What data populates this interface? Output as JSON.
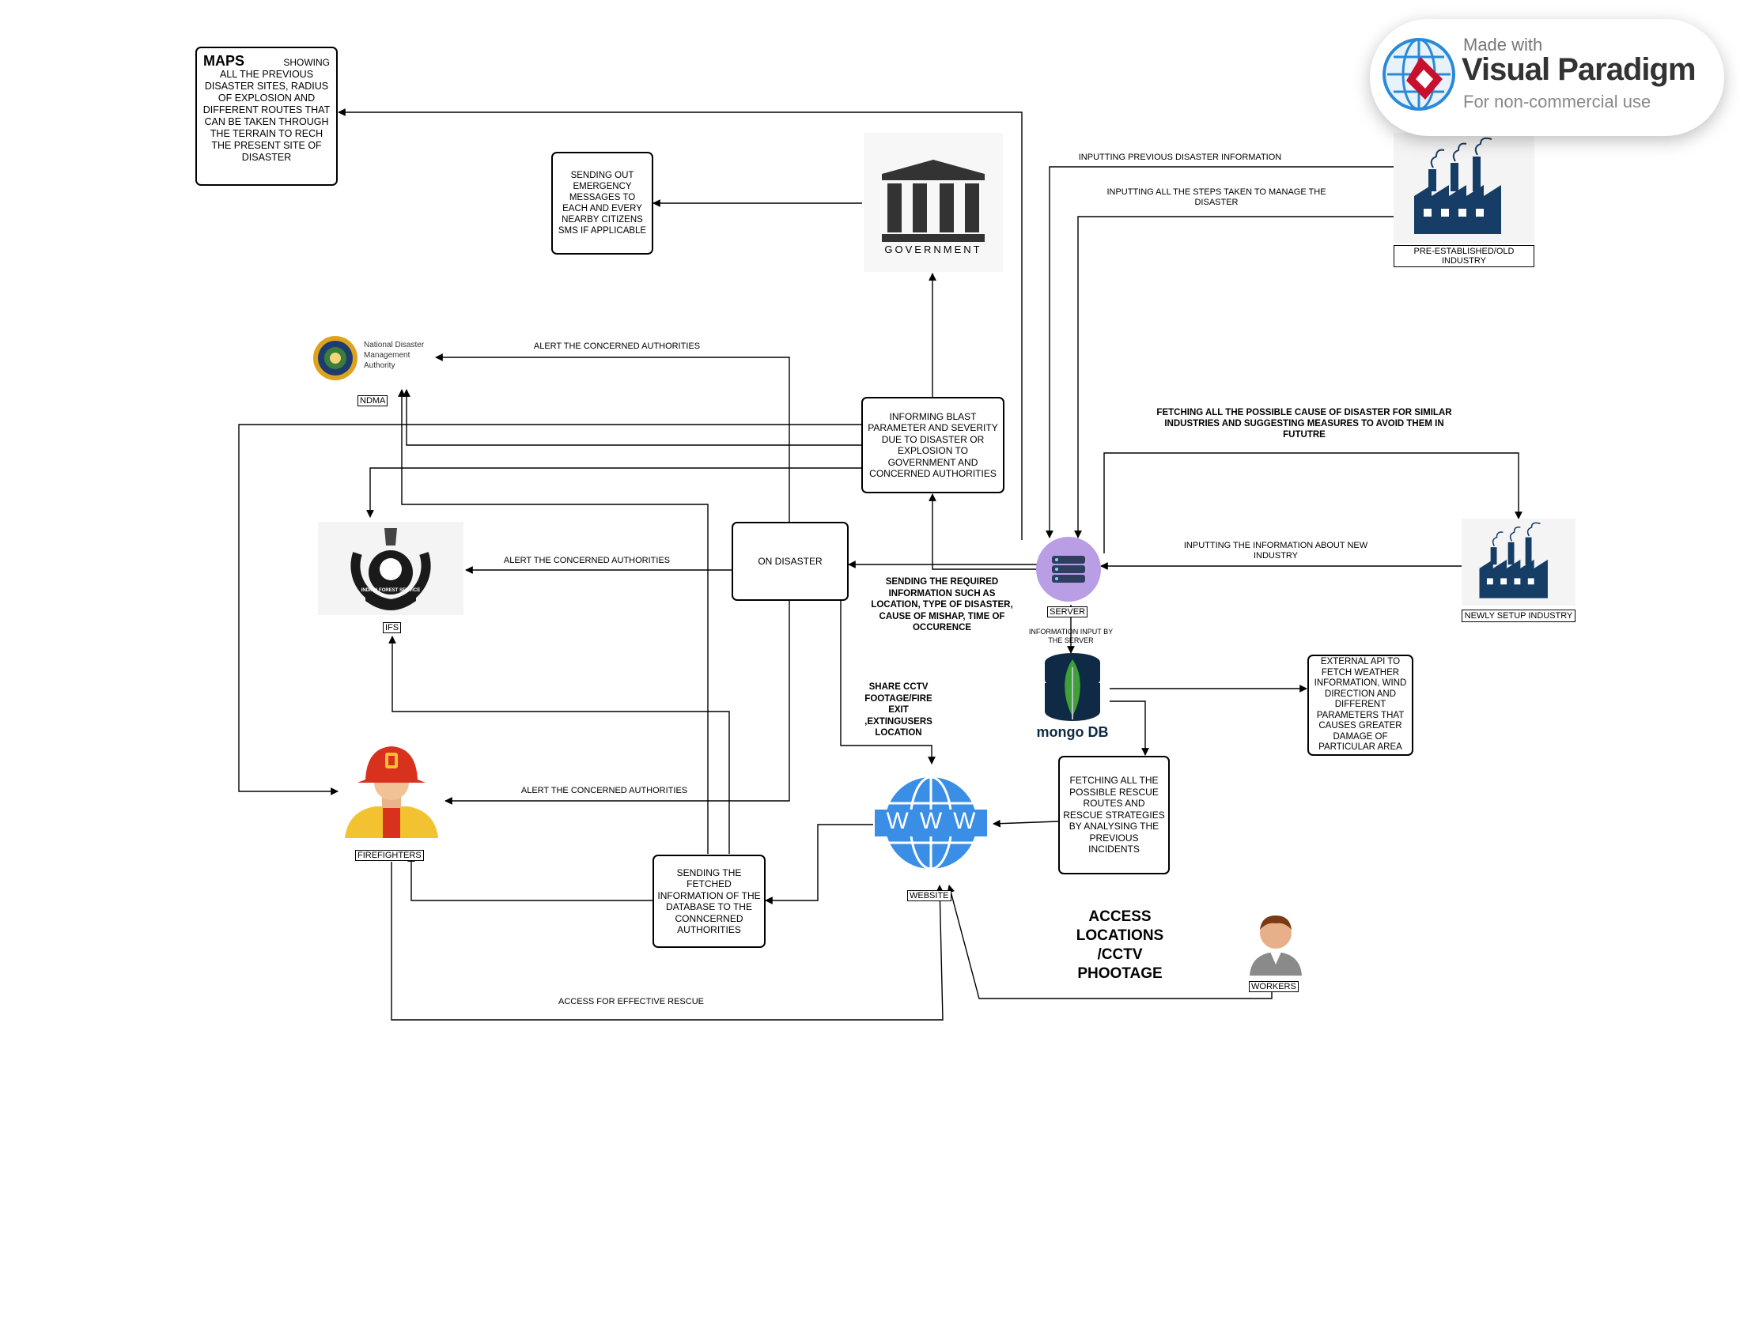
{
  "watermark": {
    "made_with": "Made with",
    "brand": "Visual Paradigm",
    "note": "For non-commercial use"
  },
  "maps_box": {
    "title": "MAPS",
    "word": "SHOWING",
    "body": "ALL THE PREVIOUS DISASTER SITES, RADIUS OF EXPLOSION AND DIFFERENT ROUTES THAT CAN BE TAKEN THROUGH THE TERRAIN TO RECH THE PRESENT SITE OF DISASTER"
  },
  "sms_box": "SENDING OUT EMERGENCY MESSAGES TO EACH AND EVERY NEARBY CITIZENS SMS IF APPLICABLE",
  "government": {
    "label": "GOVERNMENT"
  },
  "informing_box": "INFORMING BLAST PARAMETER AND SEVERITY DUE TO DISASTER OR EXPLOSION TO GOVERNMENT AND CONCERNED AUTHORITIES",
  "on_disaster_box": "ON DISASTER",
  "server": {
    "label": "SERVER"
  },
  "info_input_label": "INFORMATION INPUT BY THE SERVER",
  "mongodb": {
    "label": "mongo DB"
  },
  "external_api_box": "EXTERNAL API TO FETCH WEATHER INFORMATION, WIND DIRECTION AND DIFFERENT PARAMETERS THAT CAUSES GREATER DAMAGE OF PARTICULAR AREA",
  "fetching_routes_box": "FETCHING ALL THE POSSIBLE RESCUE ROUTES AND RESCUE STRATEGIES BY ANALYSING THE PREVIOUS INCIDENTS",
  "sending_fetched_box": "SENDING THE FETCHED INFORMATION OF THE DATABASE TO THE CONNCERNED AUTHORITIES",
  "ndma": {
    "logo_text": "National Disaster Management Authority",
    "label": "NDMA"
  },
  "ifs": {
    "logo_text": "INDIAN FOREST SERVICE",
    "label": "IFS"
  },
  "firefighters": {
    "label": "FIREFIGHTERS"
  },
  "website": {
    "globe_text": "WWW",
    "label": "WEBSITE"
  },
  "workers": {
    "label": "WORKERS"
  },
  "old_industry": {
    "label": "PRE-ESTABLISHED/OLD INDUSTRY"
  },
  "new_industry": {
    "label": "NEWLY SETUP INDUSTRY"
  },
  "edges": {
    "alert_ndma": "ALERT THE CONCERNED AUTHORITIES",
    "alert_ifs": "ALERT THE CONCERNED AUTHORITIES",
    "alert_firefighters": "ALERT THE CONCERNED AUTHORITIES",
    "inputting_previous": "INPUTTING PREVIOUS DISASTER INFORMATION",
    "inputting_steps": "INPUTTING ALL THE STEPS TAKEN TO MANAGE THE DISASTER",
    "fetching_causes": "FETCHING ALL THE POSSIBLE CAUSE OF DISASTER FOR SIMILAR INDUSTRIES AND SUGGESTING MEASURES TO AVOID THEM IN FUTUTRE",
    "inputting_new": "INPUTTING THE INFORMATION ABOUT NEW INDUSTRY",
    "sending_required": "SENDING THE REQUIRED INFORMATION SUCH AS LOCATION, TYPE OF DISASTER, CAUSE OF MISHAP, TIME OF OCCURENCE",
    "share_cctv": "SHARE CCTV FOOTAGE/FIRE EXIT ,EXTINGUSERS LOCATION",
    "access_rescue": "ACCESS FOR EFFECTIVE RESCUE",
    "access_locations": "ACCESS LOCATIONS /CCTV PHOOTAGE"
  }
}
